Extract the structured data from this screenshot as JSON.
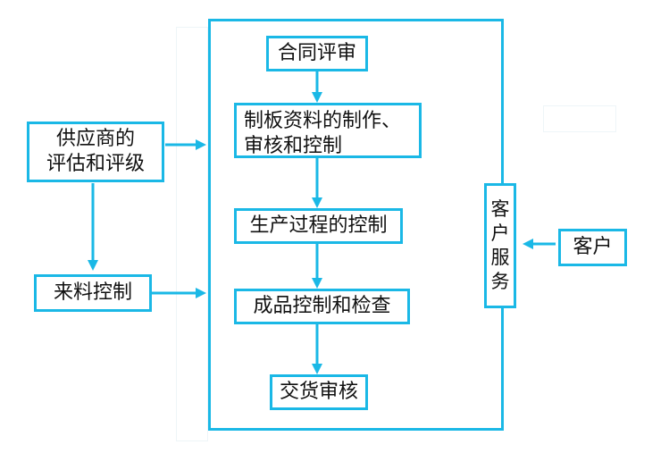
{
  "colors": {
    "accent": "#1ab8e6",
    "text": "#111111",
    "background": "#ffffff"
  },
  "nodes": {
    "supplier_eval": "供应商的\n评估和评级",
    "incoming_control": "来料控制",
    "contract_review": "合同评审",
    "pattern_docs": "制板资料的制作、\n审核和控制",
    "production_control": "生产过程的控制",
    "finished_inspection": "成品控制和检查",
    "delivery_review": "交货审核",
    "customer_service": "客\n户\n服\n务",
    "customer": "客户"
  }
}
